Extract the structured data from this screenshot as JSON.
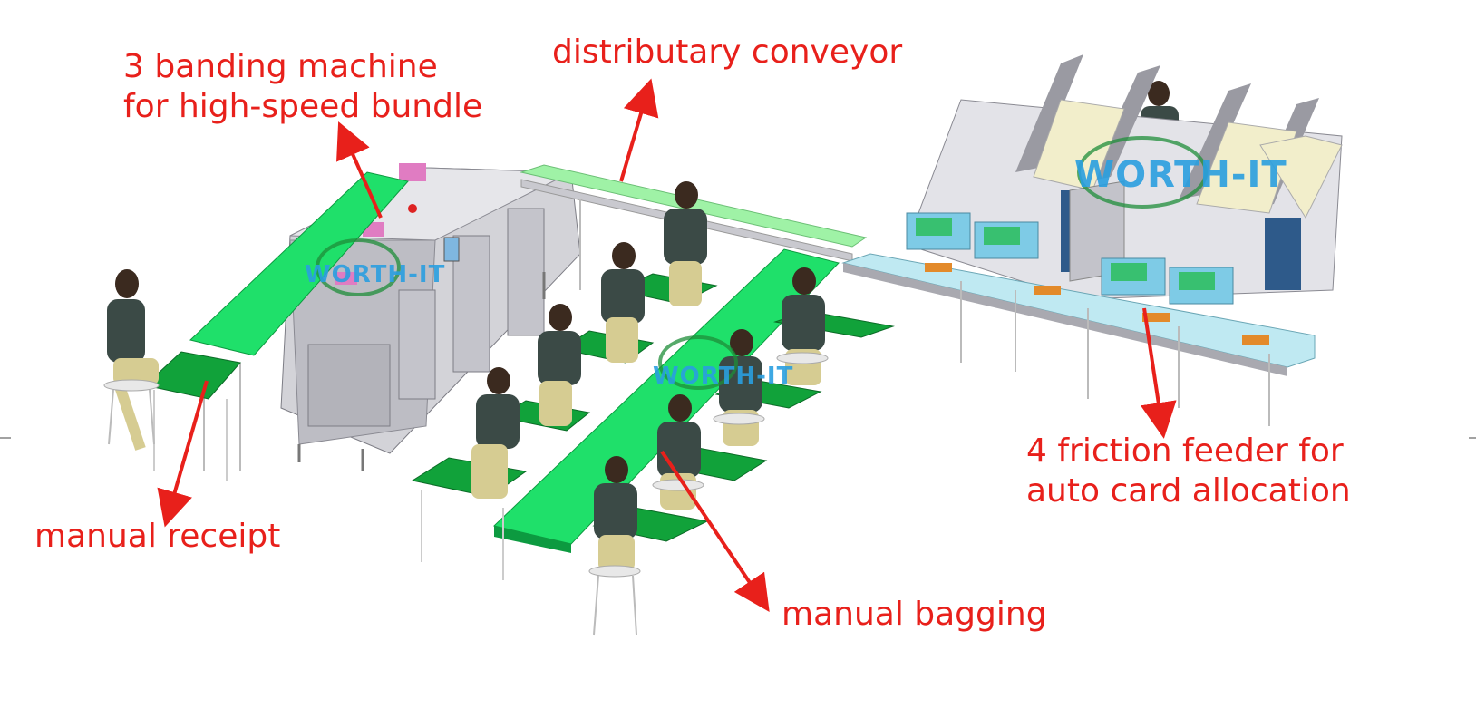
{
  "labels": {
    "banding_line1": "3 banding machine",
    "banding_line2": "for high-speed bundle",
    "distributary": "distributary conveyor",
    "friction_line1": "4 friction feeder for",
    "friction_line2": "auto card allocation",
    "manual_receipt": "manual receipt",
    "manual_bagging": "manual bagging"
  },
  "watermarks": [
    "WORTH-IT",
    "WORTH-IT",
    "WORTH-IT"
  ],
  "colors": {
    "annotation": "#e8201b",
    "conveyor_belt": "#1fe06a",
    "table_top": "#11a23a",
    "machine_frame": "#c9c9cf",
    "feeder_panel": "#f2eecb",
    "watermark": "#2a9fe0"
  }
}
